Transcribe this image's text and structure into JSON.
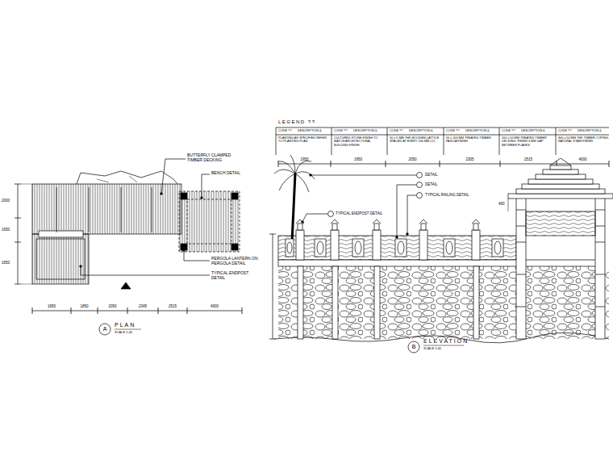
{
  "diagram": {
    "labels": [
      "PLAN",
      "A",
      "SCALE 1:40",
      "1650",
      "1850",
      "2050",
      "2345",
      "2515",
      "4000",
      "2000",
      "1650",
      "1650",
      "BUTTERFLY CLAMPED TIMBER DECKING",
      "BENCH DETAIL",
      "PERGOLA LANTERN ON PERGOLA DETAIL",
      "TYPICAL ENDPOST DETAIL",
      "LEGEND ??",
      "CODE ??",
      "DESCRIPTION &",
      "CODE ??",
      "DESCRIPTION &",
      "CODE ??",
      "DESCRIPTION &",
      "CODE ??",
      "DESCRIPTION &",
      "CODE ??",
      "DESCRIPTION &",
      "CODE ??",
      "DESCRIPTION &",
      "1950",
      "1950",
      "2050",
      "2305",
      "2515",
      "4000",
      "DETAIL",
      "DETAIL",
      "TYPICAL RAILING DETAIL",
      "TYPICAL ENDPOST DETAIL",
      "B",
      "ELEVATION",
      "SCALE 1:40",
      "400"
    ],
    "legend": [
      {
        "text": "PLANTING AS SPECIFIED REFER TO PLANTING PLAN"
      },
      {
        "text": "CULTURED STONE FINISH TO MATCH ARCHITECTURAL BUILDING FINISH"
      },
      {
        "text": "50 x 5 MM THK WOODEN LATTICE SPACED AT EVERY 100 MM C/C"
      },
      {
        "text": "50 x 100 MM TREATED TIMBER FASCIA FINISH"
      },
      {
        "text": "100 x 50 MM TREATED TIMBER DECKING, FINISH 4 MM GAP BETWEEN PLANKS"
      },
      {
        "text": "400 x 50 MM THK TIMBER COPING, NATURAL STAIN FINISH"
      }
    ]
  }
}
